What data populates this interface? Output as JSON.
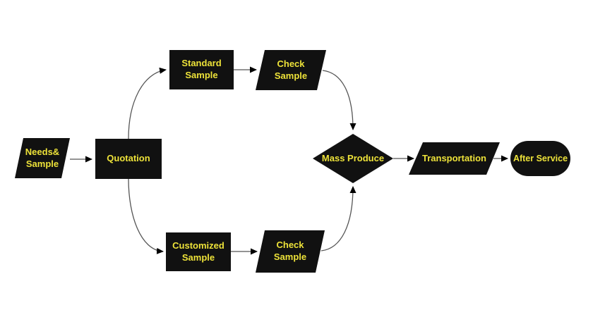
{
  "diagram": {
    "type": "flowchart",
    "background_color": "#ffffff",
    "node_fill_color": "#111111",
    "label_color": "#EDE239",
    "connector_color": "#555555",
    "arrowhead_color": "#000000",
    "nodes": [
      {
        "id": "needs-sample",
        "shape": "parallelogram",
        "label": "Needs&\nSample"
      },
      {
        "id": "quotation",
        "shape": "rectangle",
        "label": "Quotation"
      },
      {
        "id": "standard-sample",
        "shape": "rectangle",
        "label": "Standard\nSample"
      },
      {
        "id": "check-sample-top",
        "shape": "parallelogram",
        "label": "Check\nSample"
      },
      {
        "id": "customized-sample",
        "shape": "rectangle",
        "label": "Customized\nSample"
      },
      {
        "id": "check-sample-bottom",
        "shape": "parallelogram",
        "label": "Check\nSample"
      },
      {
        "id": "mass-produce",
        "shape": "diamond",
        "label": "Mass Produce"
      },
      {
        "id": "transportation",
        "shape": "parallelogram",
        "label": "Transportation"
      },
      {
        "id": "after-service",
        "shape": "stadium",
        "label": "After Service"
      }
    ],
    "connectors": [
      {
        "from": "needs-sample",
        "to": "quotation"
      },
      {
        "from": "quotation",
        "to": "standard-sample"
      },
      {
        "from": "quotation",
        "to": "customized-sample"
      },
      {
        "from": "standard-sample",
        "to": "check-sample-top"
      },
      {
        "from": "check-sample-top",
        "to": "mass-produce"
      },
      {
        "from": "customized-sample",
        "to": "check-sample-bottom"
      },
      {
        "from": "check-sample-bottom",
        "to": "mass-produce"
      },
      {
        "from": "mass-produce",
        "to": "transportation"
      },
      {
        "from": "transportation",
        "to": "after-service"
      }
    ]
  }
}
